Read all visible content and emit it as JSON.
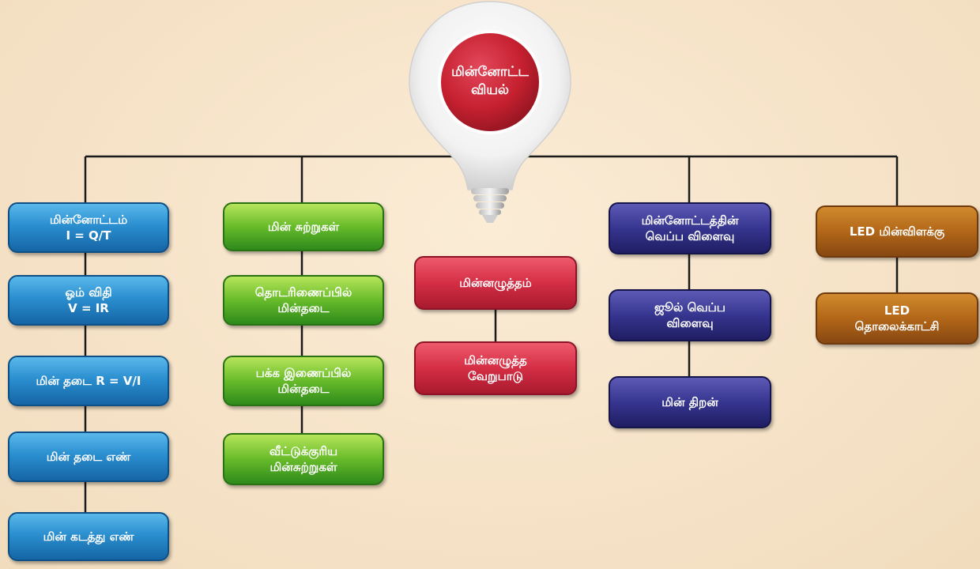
{
  "center": {
    "label": "மின்னோட்ட\nவியல்"
  },
  "columns": [
    {
      "id": "current",
      "color": "blue",
      "items": [
        "மின்னோட்டம்\nI = Q/T",
        "ஓம் விதி\nV = IR",
        "மின் தடை R = V/I",
        "மின் தடை எண்",
        "மின் கடத்து எண்"
      ]
    },
    {
      "id": "circuits",
      "color": "green",
      "items": [
        "மின் சுற்றுகள்",
        "தொடரிணைப்பில்\nமின்தடை",
        "பக்க இணைப்பில்\nமின்தடை",
        "வீட்டுக்குரிய\nமின்சுற்றுகள்"
      ]
    },
    {
      "id": "potential",
      "color": "red",
      "items": [
        "மின்னழுத்தம்",
        "மின்னழுத்த\nவேறுபாடு"
      ]
    },
    {
      "id": "heating",
      "color": "navy",
      "items": [
        "மின்னோட்டத்தின்\nவெப்ப விளைவு",
        "ஜூல் வெப்ப\nவிளைவு",
        "மின் திறன்"
      ]
    },
    {
      "id": "led",
      "color": "brown",
      "items": [
        "LED மின்விளக்கு",
        "LED\nதொலைக்காட்சி"
      ]
    }
  ],
  "colors": {
    "background": "#f6e3c8",
    "line": "#1a1a1a",
    "blue": "#2b8fd0",
    "green": "#67bb2a",
    "red": "#d42e45",
    "navy": "#36358f",
    "brown": "#b26718",
    "bulb_circle": "#c8283a"
  }
}
